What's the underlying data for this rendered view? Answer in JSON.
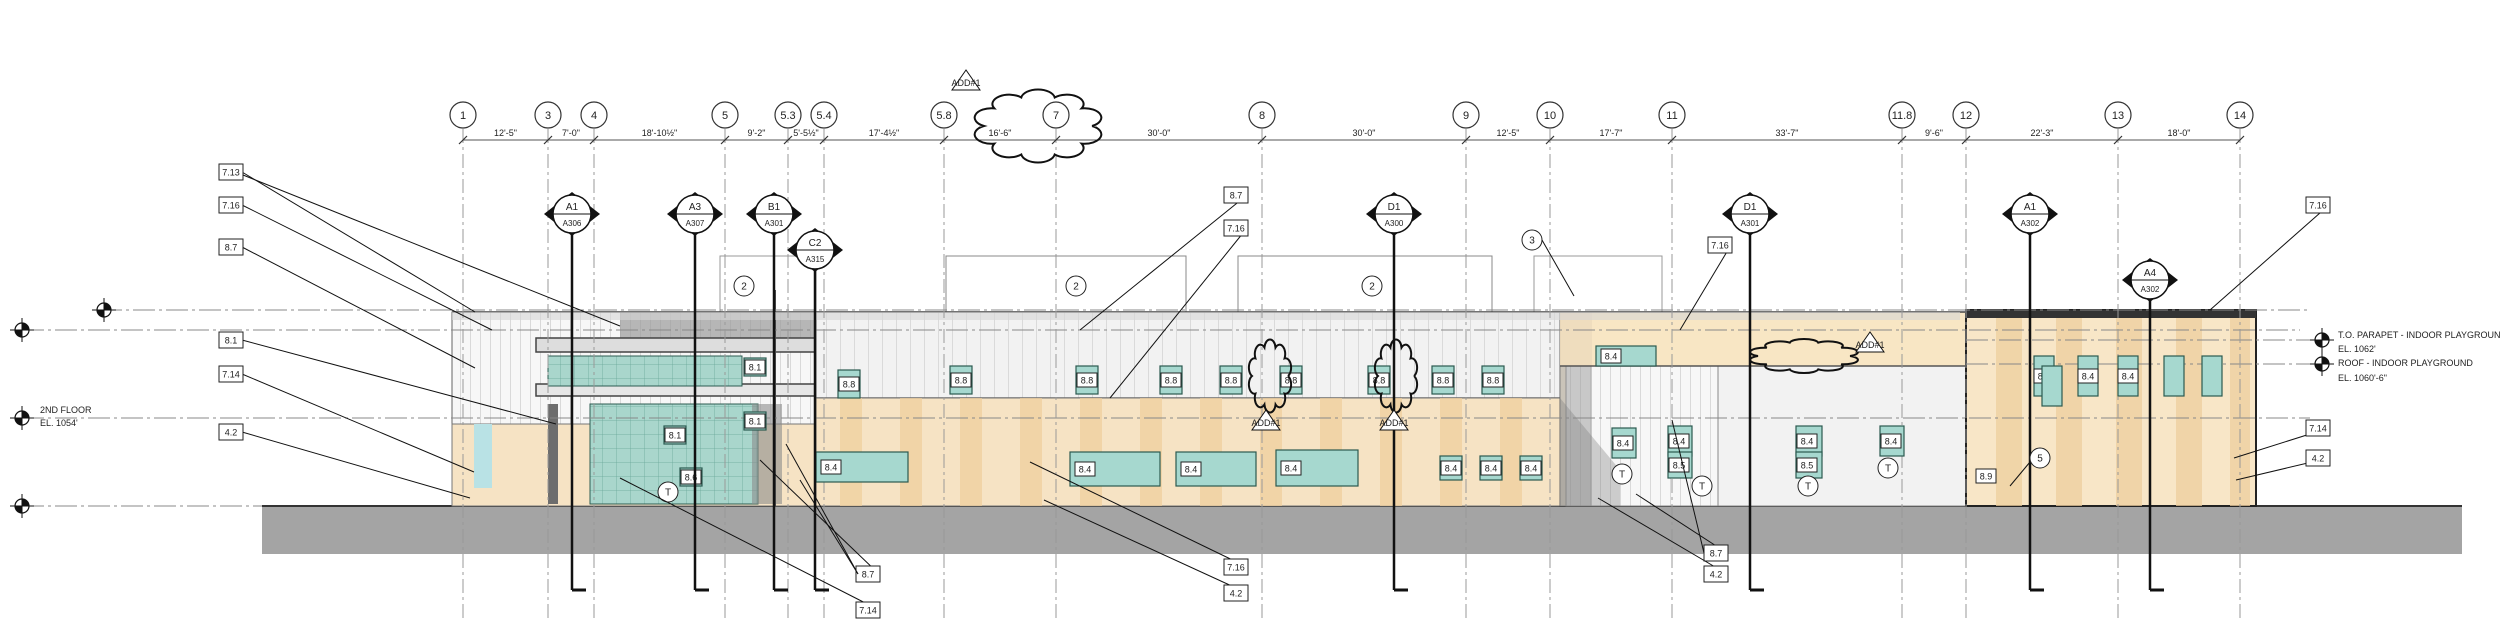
{
  "gridlines": [
    {
      "id": "1"
    },
    {
      "id": "3"
    },
    {
      "id": "4"
    },
    {
      "id": "5"
    },
    {
      "id": "5.3"
    },
    {
      "id": "5.4"
    },
    {
      "id": "5.8"
    },
    {
      "id": "7"
    },
    {
      "id": "8"
    },
    {
      "id": "9"
    },
    {
      "id": "10"
    },
    {
      "id": "11"
    },
    {
      "id": "11.8"
    },
    {
      "id": "12"
    },
    {
      "id": "13"
    },
    {
      "id": "14"
    }
  ],
  "dimensions": [
    "12'-5\"",
    "7'-0\"",
    "18'-10½\"",
    "9'-2\"",
    "5'-5½\"",
    "17'-4½\"",
    "16'-6\"",
    "30'-0\"",
    "30'-0\"",
    "12'-5\"",
    "17'-7\"",
    "33'-7\"",
    "9'-6\"",
    "22'-3\"",
    "18'-0\""
  ],
  "section_markers": [
    {
      "id": "A1",
      "sheet": "A306"
    },
    {
      "id": "A3",
      "sheet": "A307"
    },
    {
      "id": "B1",
      "sheet": "A301"
    },
    {
      "id": "C2",
      "sheet": "A315"
    },
    {
      "id": "D1",
      "sheet": "A300"
    },
    {
      "id": "D1",
      "sheet": "A301"
    },
    {
      "id": "A1",
      "sheet": "A302"
    },
    {
      "id": "A4",
      "sheet": "A302"
    }
  ],
  "left_keynotes": [
    "7.13",
    "7.16",
    "8.7",
    "8.1",
    "7.14",
    "4.2"
  ],
  "bottom_keynotes": [
    "8.7",
    "7.14",
    "7.16",
    "4.2",
    "8.7",
    "4.2"
  ],
  "top_keynotes": [
    "8.7",
    "7.16",
    "7.16"
  ],
  "right_keynotes": [
    "7.16",
    "7.14",
    "4.2"
  ],
  "circled_notes": [
    "2",
    "2",
    "2",
    "3",
    "5"
  ],
  "addenda": [
    "ADD#1",
    "ADD#1",
    "ADD#1",
    "ADD#1"
  ],
  "levels": {
    "second_floor": {
      "name": "2ND FLOOR",
      "el": "EL. 1054'"
    },
    "parapet": {
      "name": "T.O. PARAPET - INDOOR PLAYGROUND",
      "el": "EL. 1062'"
    },
    "roof": {
      "name": "ROOF - INDOOR PLAYGROUND",
      "el": "EL. 1060'-6\""
    }
  },
  "window_tags": [
    "8.1",
    "8.1",
    "8.1",
    "8.6",
    "8.8",
    "8.8",
    "8.8",
    "8.8",
    "8.8",
    "8.8",
    "8.8",
    "8.8",
    "8.8",
    "8.4",
    "8.4",
    "8.4",
    "8.4",
    "8.4",
    "8.4",
    "8.4",
    "8.4",
    "8.4",
    "8.4",
    "8.4",
    "8.4",
    "8.5",
    "8.4",
    "8.5",
    "8.4",
    "8.4",
    "8.9"
  ],
  "door_tags": [
    "T",
    "T",
    "T",
    "T",
    "T"
  ]
}
